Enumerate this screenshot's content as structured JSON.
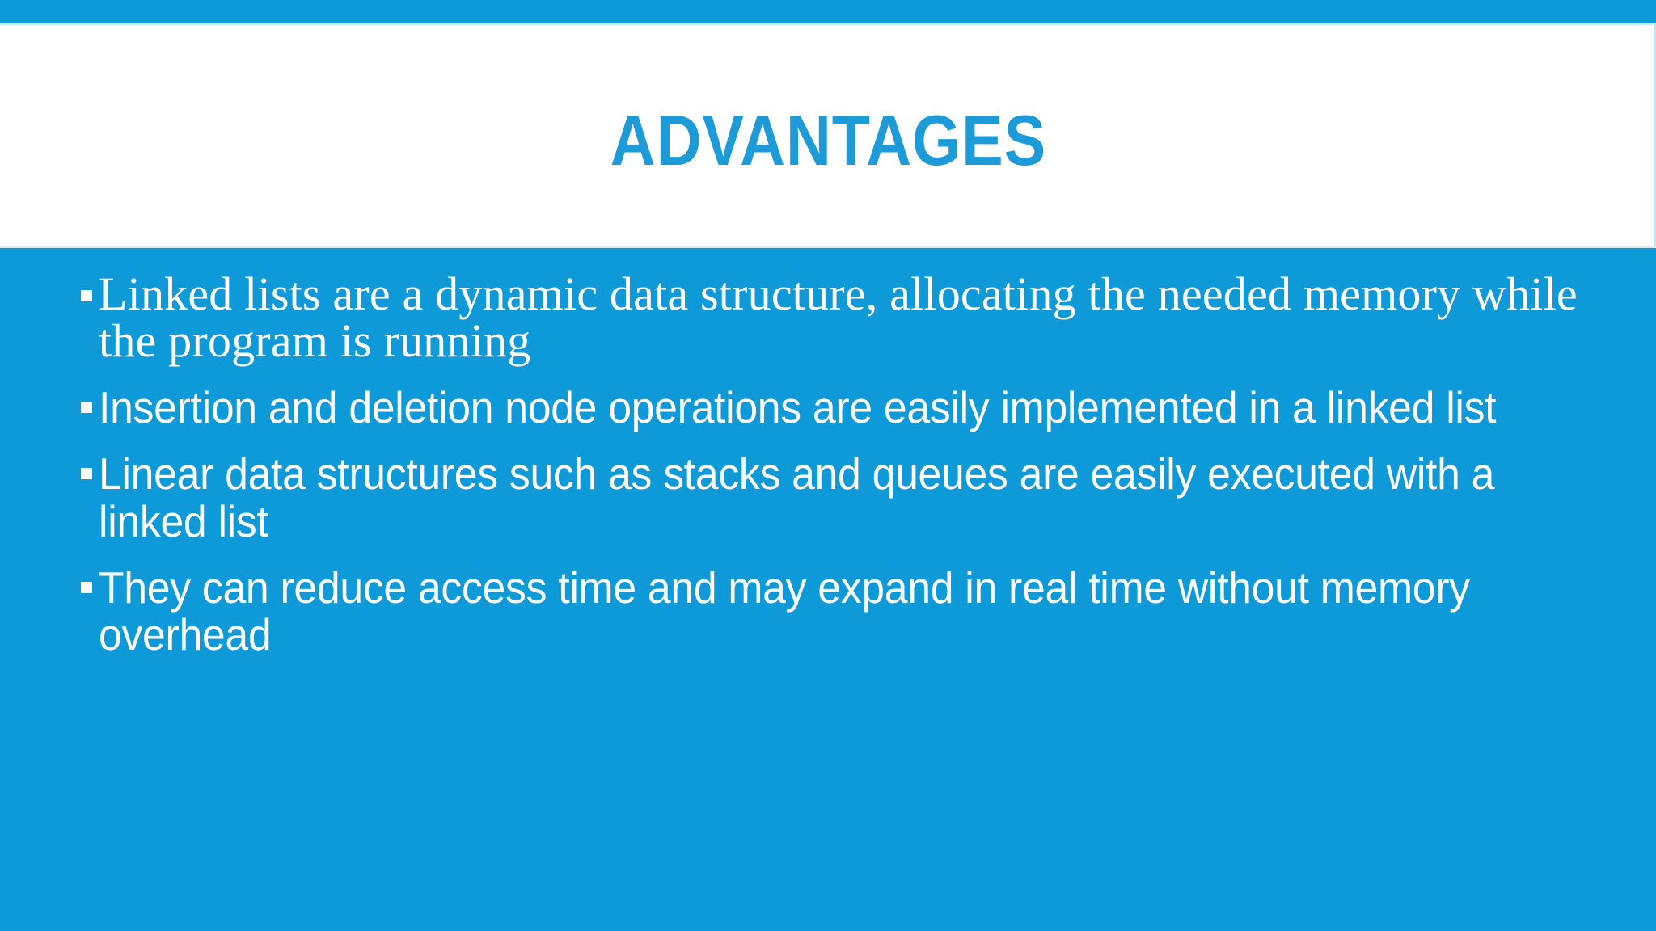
{
  "slide": {
    "title": "ADVANTAGES",
    "theme": {
      "background_color": "#0e9ad9",
      "title_band_color": "#ffffff",
      "title_text_color": "#1c9bd8",
      "body_text_color": "#ffffff",
      "bullet_marker_color": "#ffffff"
    },
    "bullets": [
      {
        "marker": "square-bullet",
        "text": "Linked lists are a dynamic data structure, allocating the needed memory while the program is running",
        "style": "serif"
      },
      {
        "marker": "square-bullet",
        "text": "Insertion and deletion node operations are easily implemented in a linked list",
        "style": "sans"
      },
      {
        "marker": "square-bullet",
        "text": "Linear data structures such as stacks and queues are easily executed with a linked list",
        "style": "sans"
      },
      {
        "marker": "square-bullet",
        "text": "They can reduce access time and may expand in real time without memory overhead",
        "style": "sans"
      }
    ]
  }
}
